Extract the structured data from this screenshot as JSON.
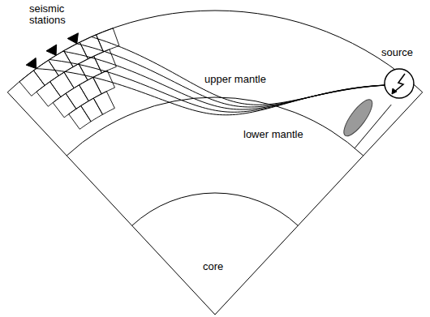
{
  "diagram": {
    "labels": [
      "seismic stations",
      "upper mantle",
      "lower mantle",
      "source",
      "core"
    ]
  }
}
